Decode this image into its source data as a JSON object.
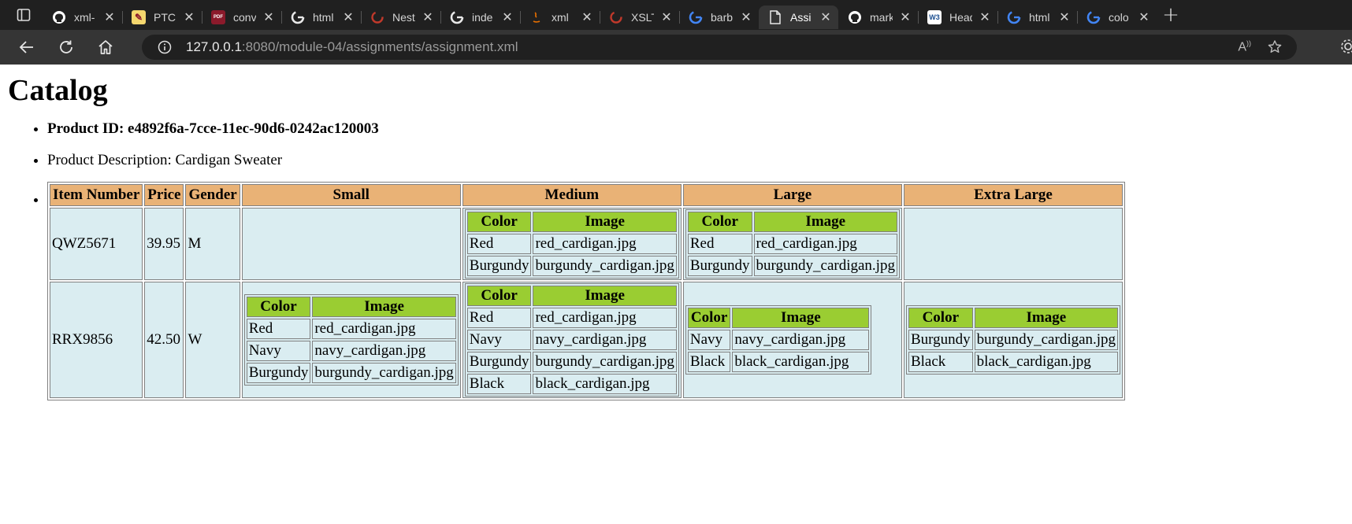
{
  "browser": {
    "tabs": [
      {
        "title": "xml-",
        "icon": "github-icon",
        "color": "#ffffff"
      },
      {
        "title": "PTC",
        "icon": "ptc-icon",
        "color": "#8b1a2b"
      },
      {
        "title": "conv",
        "icon": "pdf-icon",
        "color": "#8b1a2b"
      },
      {
        "title": "html",
        "icon": "google-icon",
        "color": "#ffffff"
      },
      {
        "title": "Nest",
        "icon": "nest-icon",
        "color": "#c0392b"
      },
      {
        "title": "inde",
        "icon": "google-icon",
        "color": "#ffffff"
      },
      {
        "title": "xml",
        "icon": "java-icon",
        "color": "#e76f00"
      },
      {
        "title": "XSLT",
        "icon": "xslt-icon",
        "color": "#c0392b"
      },
      {
        "title": "barb",
        "icon": "google-color-icon",
        "color": "#4285f4"
      },
      {
        "title": "Assi",
        "icon": "document-icon",
        "color": "#ffffff",
        "active": true
      },
      {
        "title": "mark",
        "icon": "github-icon",
        "color": "#ffffff"
      },
      {
        "title": "Head",
        "icon": "w3-icon",
        "color": "#1a4d8f"
      },
      {
        "title": "html",
        "icon": "google-color-icon",
        "color": "#4285f4"
      },
      {
        "title": "colo",
        "icon": "google-color-icon",
        "color": "#4285f4"
      }
    ],
    "url_host": "127.0.0.1",
    "url_rest": ":8080/module-04/assignments/assignment.xml"
  },
  "page": {
    "title": "Catalog",
    "product_id": "Product ID: e4892f6a-7cce-11ec-90d6-0242ac120003",
    "product_description": "Product Description: Cardigan Sweater",
    "table": {
      "headers": [
        "Item Number",
        "Price",
        "Gender",
        "Small",
        "Medium",
        "Large",
        "Extra Large"
      ],
      "inner_headers": [
        "Color",
        "Image"
      ],
      "rows": [
        {
          "item": "QWZ5671",
          "price": "39.95",
          "gender": "M",
          "small": [],
          "medium": [
            [
              "Red",
              "red_cardigan.jpg"
            ],
            [
              "Burgundy",
              "burgundy_cardigan.jpg"
            ]
          ],
          "large": [
            [
              "Red",
              "red_cardigan.jpg"
            ],
            [
              "Burgundy",
              "burgundy_cardigan.jpg"
            ]
          ],
          "xl": []
        },
        {
          "item": "RRX9856",
          "price": "42.50",
          "gender": "W",
          "small": [
            [
              "Red",
              "red_cardigan.jpg"
            ],
            [
              "Navy",
              "navy_cardigan.jpg"
            ],
            [
              "Burgundy",
              "burgundy_cardigan.jpg"
            ]
          ],
          "medium": [
            [
              "Red",
              "red_cardigan.jpg"
            ],
            [
              "Navy",
              "navy_cardigan.jpg"
            ],
            [
              "Burgundy",
              "burgundy_cardigan.jpg"
            ],
            [
              "Black",
              "black_cardigan.jpg"
            ]
          ],
          "large": [
            [
              "Navy",
              "navy_cardigan.jpg"
            ],
            [
              "Black",
              "black_cardigan.jpg"
            ]
          ],
          "xl": [
            [
              "Burgundy",
              "burgundy_cardigan.jpg"
            ],
            [
              "Black",
              "black_cardigan.jpg"
            ]
          ]
        }
      ]
    },
    "colors": {
      "header_bg": "#e9b276",
      "inner_header_bg": "#9acd32",
      "cell_bg": "#daedf1"
    }
  }
}
